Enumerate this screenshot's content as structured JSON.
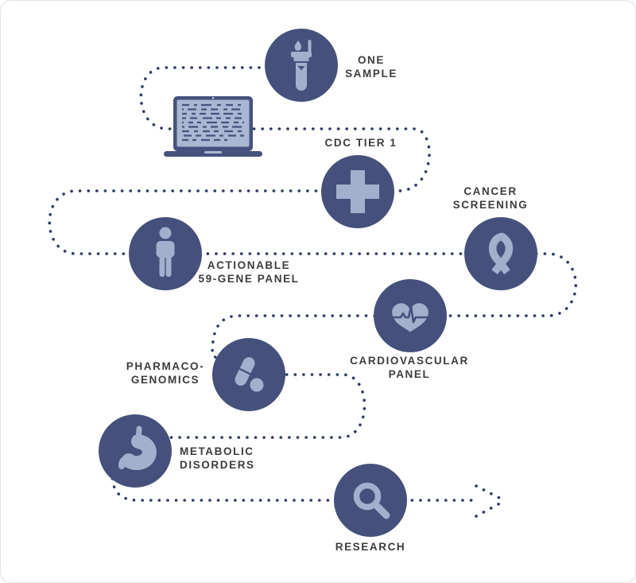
{
  "diagram": {
    "description": "One sample genomic testing journey",
    "steps": [
      {
        "name": "one-sample",
        "label": "ONE\nSAMPLE",
        "icon": "test-tube-icon"
      },
      {
        "name": "sequencing-laptop",
        "label": "",
        "icon": "laptop-icon"
      },
      {
        "name": "cdc-tier-1",
        "label": "CDC TIER 1",
        "icon": "medical-plus-icon"
      },
      {
        "name": "cancer-screening",
        "label": "CANCER\nSCREENING",
        "icon": "awareness-ribbon-icon"
      },
      {
        "name": "actionable-panel",
        "label": "ACTIONABLE\n59-GENE PANEL",
        "icon": "person-icon"
      },
      {
        "name": "cardiovascular-panel",
        "label": "CARDIOVASCULAR\nPANEL",
        "icon": "heart-ecg-icon"
      },
      {
        "name": "pharmacogenomics",
        "label": "PHARMACO-\nGENOMICS",
        "icon": "pills-icon"
      },
      {
        "name": "metabolic-disorders",
        "label": "METABOLIC\nDISORDERS",
        "icon": "stomach-icon"
      },
      {
        "name": "research",
        "label": "RESEARCH",
        "icon": "magnifier-icon"
      }
    ],
    "colors": {
      "circle_navy": "#45517c",
      "icon_light": "#a3b0cd",
      "dots_navy": "#2d3a64",
      "text": "#3c3c3e",
      "laptop_screen": "#aab7d3",
      "background": "#ffffff"
    }
  }
}
